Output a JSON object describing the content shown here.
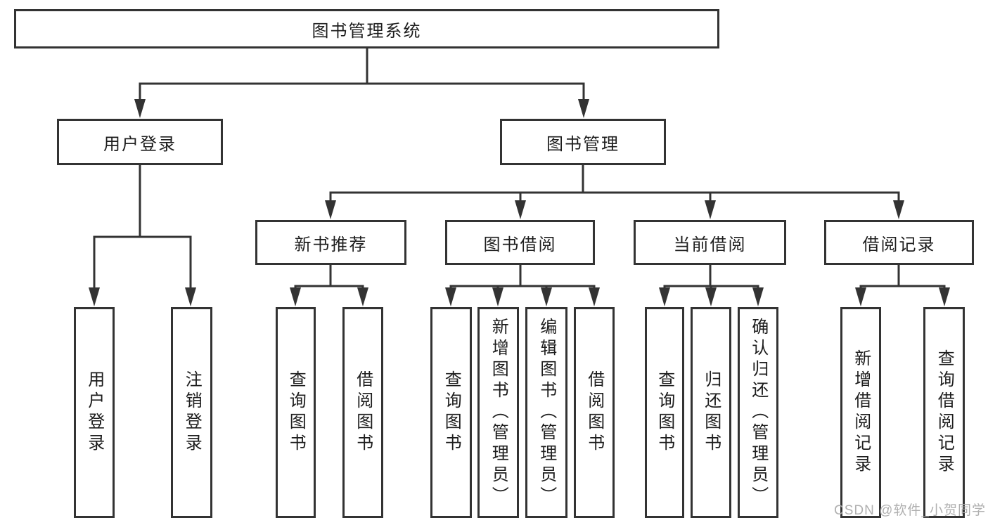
{
  "diagram": {
    "root": {
      "label": "图书管理系统"
    },
    "level2": [
      {
        "label": "用户登录"
      },
      {
        "label": "图书管理"
      }
    ],
    "login_children": [
      {
        "label": "用户登录"
      },
      {
        "label": "注销登录"
      }
    ],
    "groups": [
      {
        "label": "新书推荐",
        "children": [
          {
            "label": "查询图书"
          },
          {
            "label": "借阅图书"
          }
        ]
      },
      {
        "label": "图书借阅",
        "children": [
          {
            "label": "查询图书"
          },
          {
            "label": "新增图书（管理员）"
          },
          {
            "label": "编辑图书（管理员）"
          },
          {
            "label": "借阅图书"
          }
        ]
      },
      {
        "label": "当前借阅",
        "children": [
          {
            "label": "查询图书"
          },
          {
            "label": "归还图书"
          },
          {
            "label": "确认归还（管理员）"
          }
        ]
      },
      {
        "label": "借阅记录",
        "children": [
          {
            "label": "新增借阅记录"
          },
          {
            "label": "查询借阅记录"
          }
        ]
      }
    ]
  },
  "watermark": {
    "text": "CSDN @软件_小贺同学"
  },
  "colors": {
    "line": "#333333",
    "box_border": "#333333",
    "text": "#1d1d1d",
    "watermark": "#acacac",
    "background": "#ffffff"
  }
}
